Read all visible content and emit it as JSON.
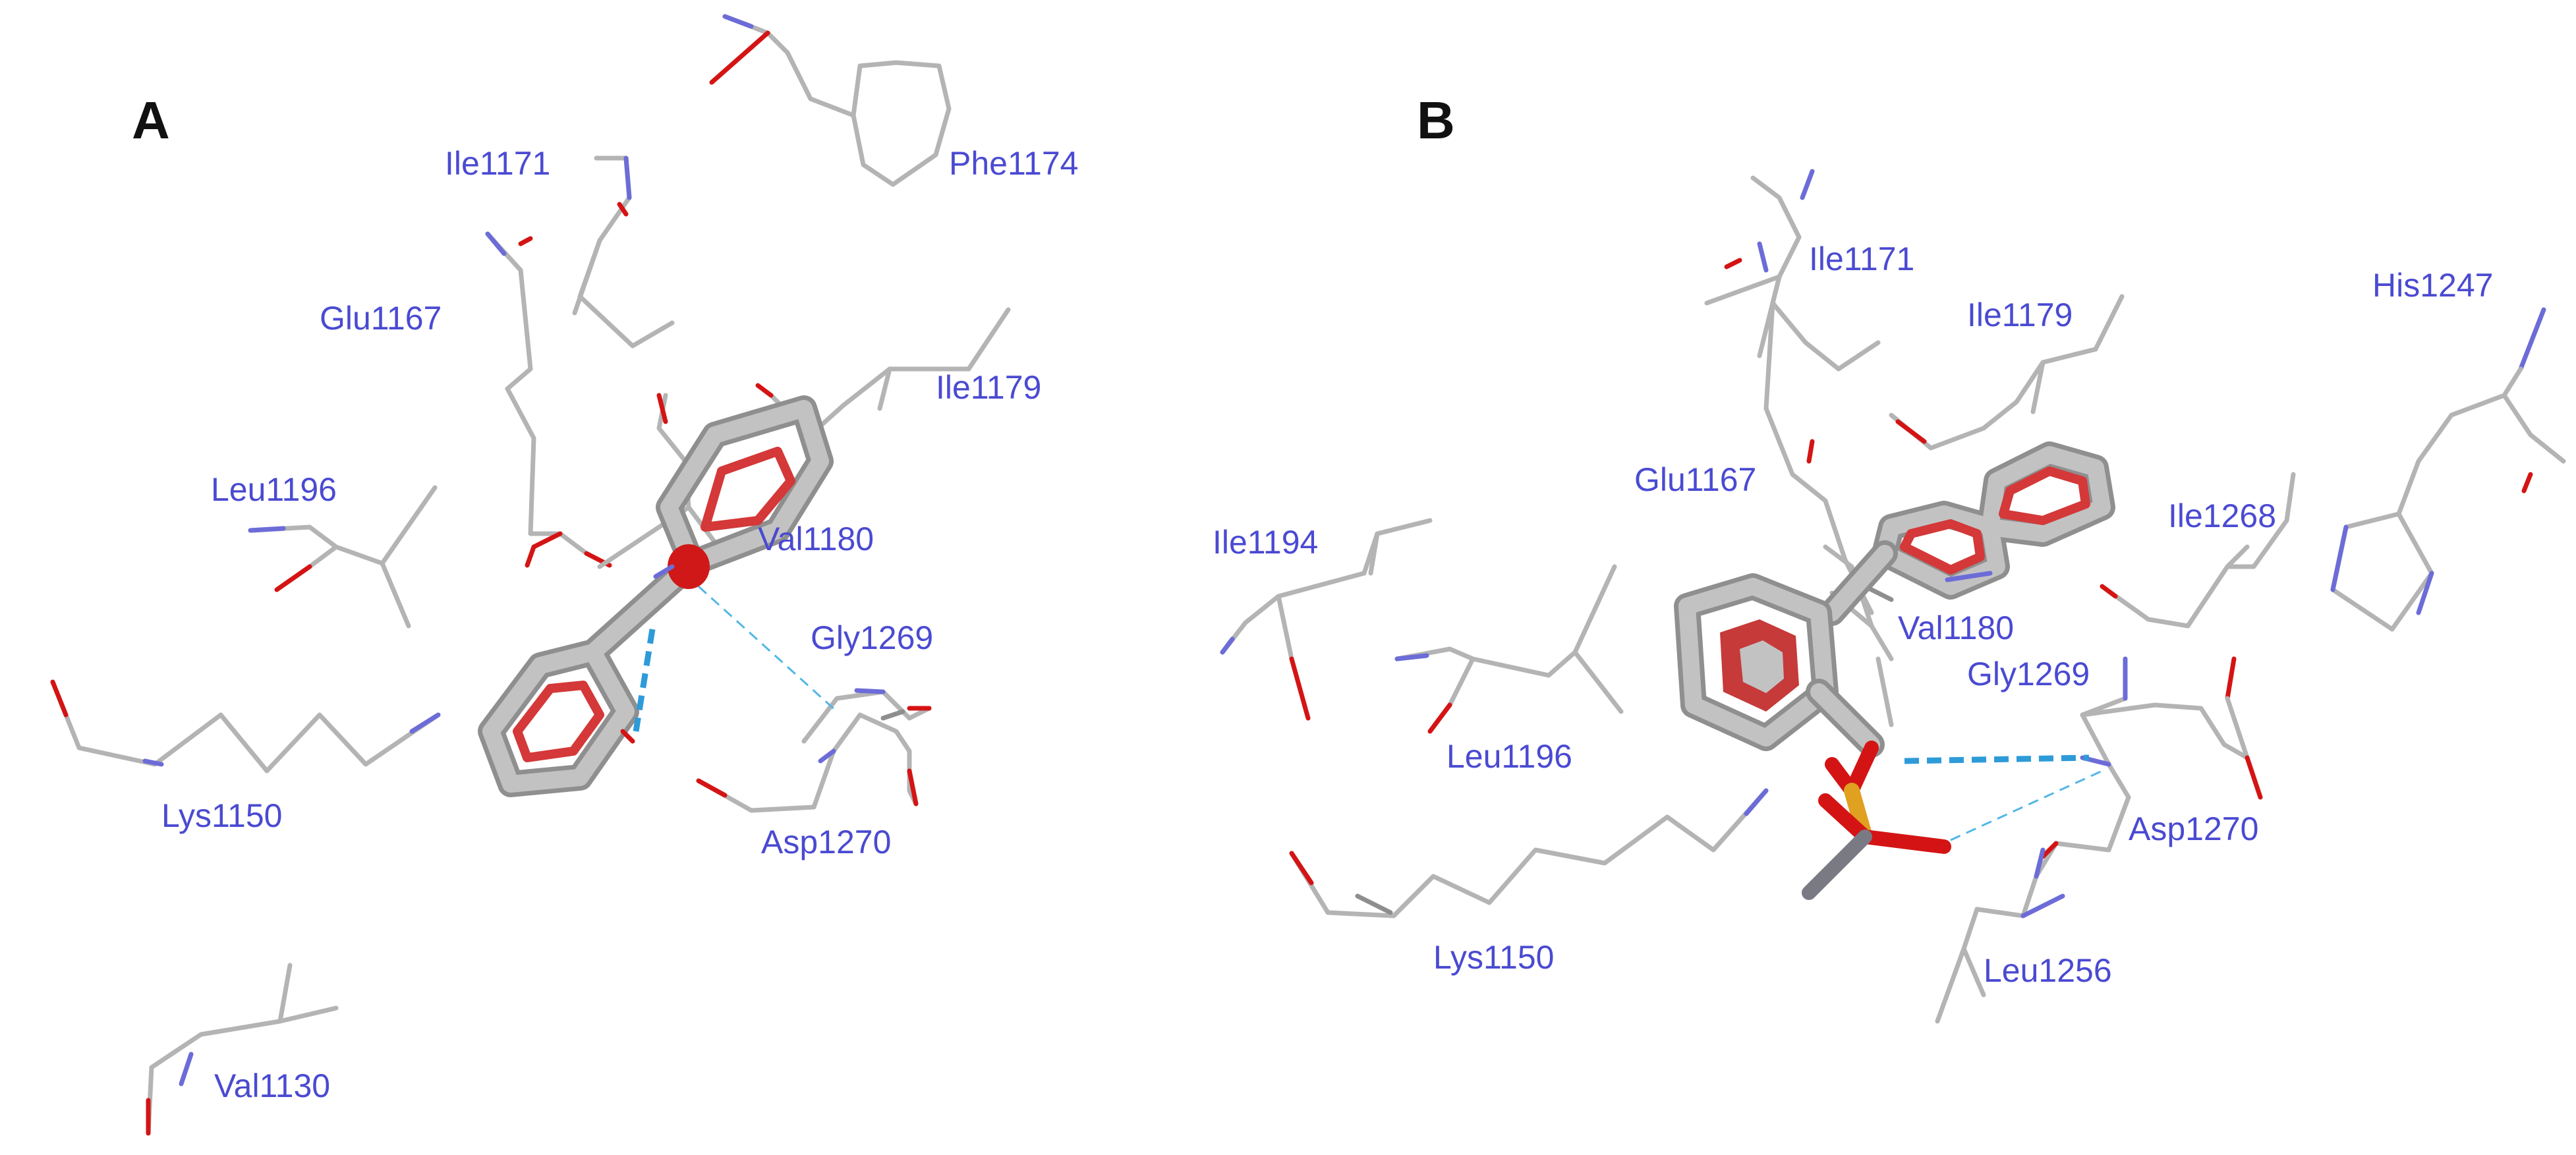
{
  "panels": [
    {
      "id": "A",
      "letter": "A",
      "residues": [
        "Phe1174",
        "Ile1171",
        "Glu1167",
        "Ile1179",
        "Leu1196",
        "Val1180",
        "Gly1269",
        "Lys1150",
        "Asp1270",
        "Val1130"
      ]
    },
    {
      "id": "B",
      "letter": "B",
      "residues": [
        "Ile1171",
        "Ile1179",
        "His1247",
        "Glu1167",
        "Ile1268",
        "Ile1194",
        "Val1180",
        "Gly1269",
        "Leu1196",
        "Asp1270",
        "Lys1150",
        "Leu1256"
      ]
    }
  ],
  "colors": {
    "label": "#4a4ad2",
    "carbon": "#b4b4b4",
    "oxygen": "#d41414",
    "nitrogen": "#6c6cd8",
    "sulfur": "#e0a020",
    "hbond": "#2e9bd9",
    "ligand_ring": "#d43838"
  }
}
